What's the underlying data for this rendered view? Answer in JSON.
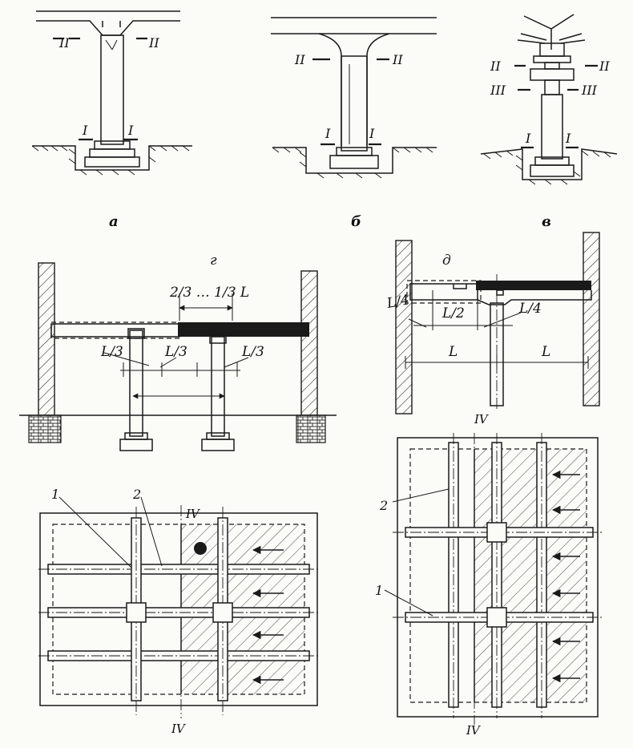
{
  "panels": {
    "a": "а",
    "b": "б",
    "v": "в",
    "g": "г",
    "d": "д"
  },
  "sections": {
    "s1": "I",
    "s2": "II",
    "s3": "III",
    "s4": "IV"
  },
  "dimensions": {
    "g_top": "2/3 … 1/3 L",
    "g_l3": "L/3",
    "d_l4": "L/4",
    "d_l2": "L/2",
    "d_L": "L"
  },
  "callouts": {
    "one": "1",
    "two": "2"
  }
}
